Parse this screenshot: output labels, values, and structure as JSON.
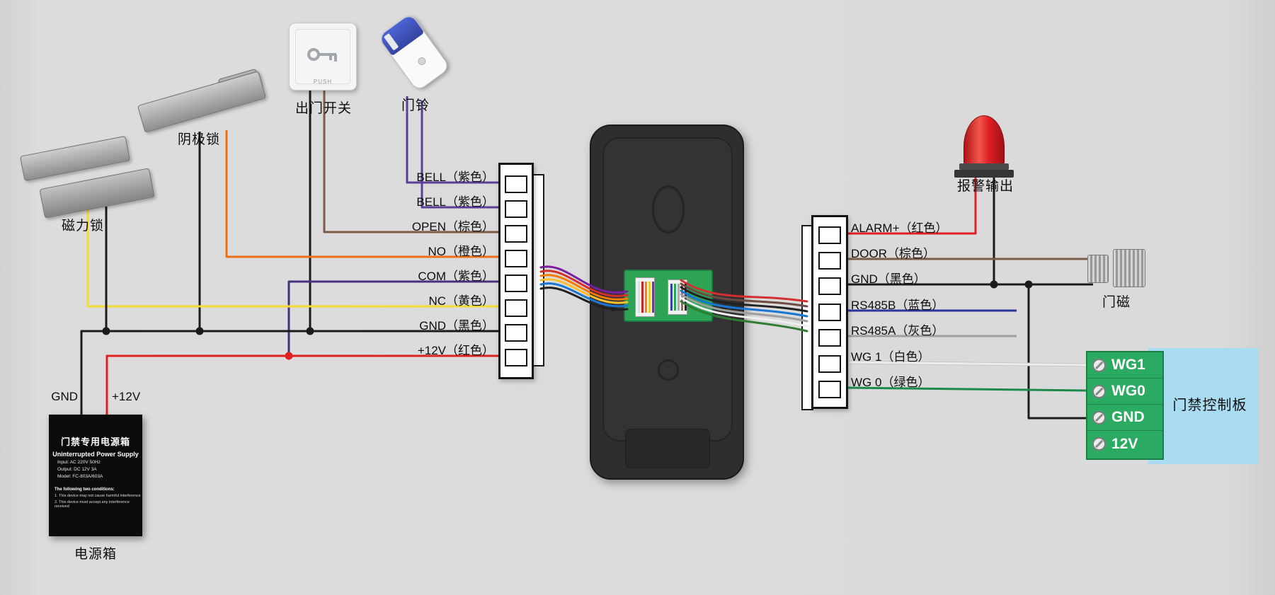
{
  "labels": {
    "maglock": "磁力锁",
    "cathode_lock": "阴极锁",
    "exit_button": "出门开关",
    "push": "PUSH",
    "doorbell": "门铃",
    "alarm_output": "报警输出",
    "door_contact": "门磁",
    "controller_board": "门禁控制板",
    "power_box": "电源箱",
    "gnd": "GND",
    "plus12v": "+12V"
  },
  "left_terminal": {
    "labels": [
      "BELL（紫色）",
      "BELL（紫色）",
      "OPEN（棕色）",
      "NO（橙色）",
      "COM（紫色）",
      "NC（黄色）",
      "GND（黑色）",
      "+12V（红色）"
    ]
  },
  "right_terminal": {
    "labels": [
      "ALARM+（红色）",
      "DOOR（棕色）",
      "GND（黑色）",
      "RS485B（蓝色）",
      "RS485A（灰色）",
      "WG 1（白色）",
      "WG 0（绿色）"
    ]
  },
  "controller": {
    "rows": [
      "WG1",
      "WG0",
      "GND",
      "12V"
    ]
  },
  "psu": {
    "title": "门禁专用电源箱",
    "subtitle": "Uninterrupted Power Supply",
    "spec1": "Input:  AC 220V 50Hz",
    "spec2": "Output: DC 12V 3A",
    "spec3": "Model:  FC-803A/603A",
    "notes_title": "The following two conditions:",
    "note1": "1. This device may not cause harmful interference",
    "note2": "2. This device must accept any interference received"
  },
  "colors": {
    "purple": "#5c3d97",
    "dark_purple": "#49307e",
    "brown": "#7c5c46",
    "orange": "#ee6f15",
    "yellow": "#f2dd30",
    "black": "#1b1b1b",
    "red": "#e01f1f",
    "blue": "#27379e",
    "gray": "#9f9f9f",
    "white": "#ececec",
    "green": "#1d8a4c"
  },
  "ribbon": {
    "left": [
      "#7b1fa2",
      "#d32f2f",
      "#f57c00",
      "#fbc02d",
      "#1976d2",
      "#212121"
    ],
    "right": [
      "#d32f2f",
      "#6d4c41",
      "#212121",
      "#1976d2",
      "#9e9e9e",
      "#eeeeee",
      "#2e7d32"
    ]
  }
}
